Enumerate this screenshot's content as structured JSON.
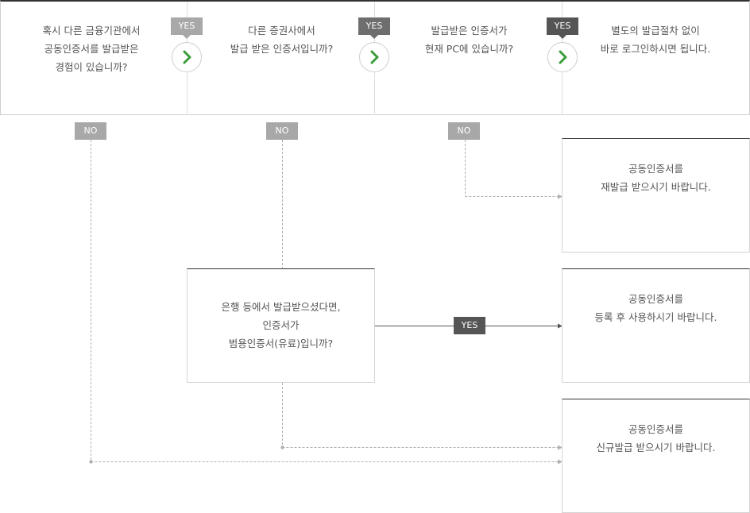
{
  "questions": {
    "q1": "혹시 다른 금융기관에서\n공동인증서를 발급받은\n경험이 있습니까?",
    "q2": "다른 증권사에서\n발급 받은 인증서입니까?",
    "q3": "발급받은 인증서가\n현재 PC에 있습니까?",
    "done": "별도의 발급절차 없이\n바로 로그인하시면 됩니다."
  },
  "tags": {
    "yes": "YES",
    "no": "NO"
  },
  "middle_question": "은행 등에서 발급받으셨다면,\n인증서가\n범용인증서(유료)입니까?",
  "results": {
    "reissue": "공동인증서를\n재발급 받으시기 바랍니다.",
    "register": "공동인증서를\n등록 후 사용하시기 바랍니다.",
    "new_issue": "공동인증서를\n신규발급 받으시기 바랍니다."
  },
  "colors": {
    "chevron": "#3a9c3a",
    "line": "#b0b0b0",
    "solid_line": "#555555"
  }
}
